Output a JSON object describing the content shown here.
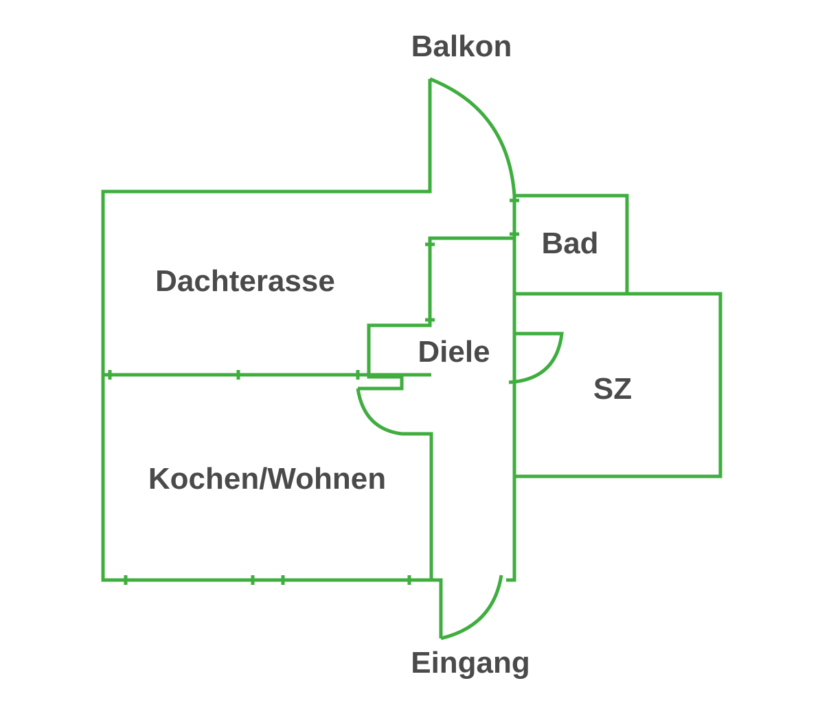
{
  "colors": {
    "wall": "#3fae3f",
    "label": "#4a4a4a",
    "background": "#ffffff"
  },
  "labels": {
    "balcony": "Balkon",
    "bathroom": "Bad",
    "roof_terrace": "Dachterasse",
    "hall": "Diele",
    "bedroom": "SZ",
    "kitchen_living": "Kochen/Wohnen",
    "entrance": "Eingang"
  }
}
